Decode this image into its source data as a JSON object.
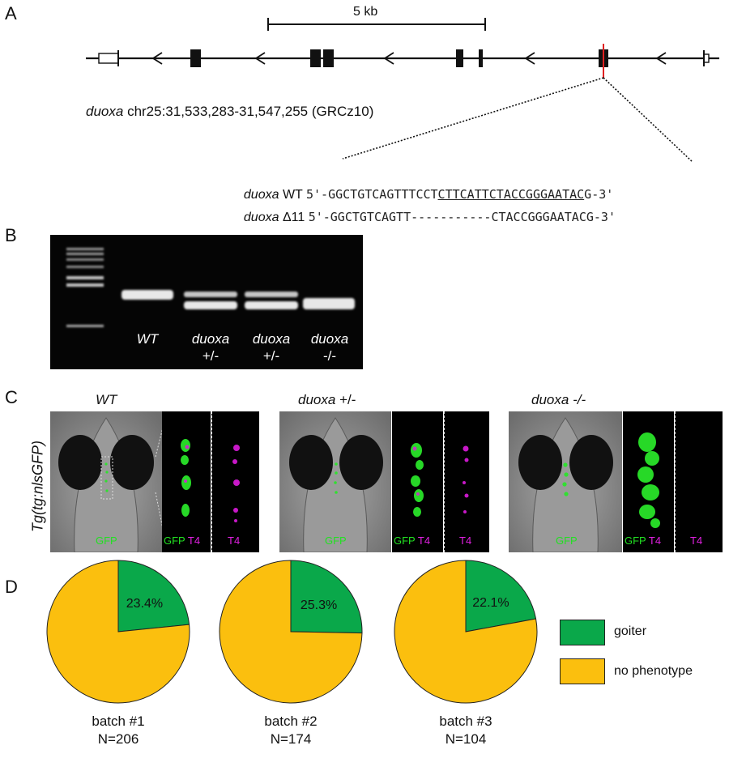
{
  "panels": {
    "a": "A",
    "b": "B",
    "c": "C",
    "d": "D"
  },
  "gene_map": {
    "scale_label": "5 kb",
    "gene": "duoxa",
    "coords": "chr25:31,533,283-31,547,255 (GRCz10)"
  },
  "sequences": {
    "wt": {
      "gene": "duoxa",
      "label": "WT",
      "prefix": "5'-",
      "seq_plain": "GGCTGTCAGTTTCCT",
      "seq_under": "CTTCATTCTACCGGGAATAC",
      "seq_tail": "G",
      "suffix": "-3'"
    },
    "mut": {
      "gene": "duoxa",
      "label": "Δ11",
      "prefix": "5'-",
      "seq": "GGCTGTCAGTT-----------CTACCGGGAATACG",
      "suffix": "-3'"
    }
  },
  "gel": {
    "lanes": [
      {
        "line1": "WT",
        "line2": ""
      },
      {
        "line1": "duoxa",
        "line2": "+/-"
      },
      {
        "line1": "duoxa",
        "line2": "+/-"
      },
      {
        "line1": "duoxa",
        "line2": "-/-"
      }
    ]
  },
  "imaging": {
    "side_label": "Tg(tg:nlsGFP)",
    "genotypes": [
      {
        "gene": "",
        "geno": "WT"
      },
      {
        "gene": "duoxa",
        "geno": "+/-"
      },
      {
        "gene": "duoxa",
        "geno": "-/-"
      }
    ],
    "gfp": "GFP",
    "t4": "T4"
  },
  "colors": {
    "goiter": "#0aa84a",
    "no_phenotype": "#fbbf0e",
    "gfp": "#22e022",
    "t4": "#e020e0",
    "red_line": "#e02020"
  },
  "chart_data": [
    {
      "type": "pie",
      "caption": "batch #1",
      "n": "N=206",
      "slices": [
        {
          "name": "goiter",
          "value": 23.4,
          "label": "23.4%"
        },
        {
          "name": "no phenotype",
          "value": 76.6
        }
      ]
    },
    {
      "type": "pie",
      "caption": "batch #2",
      "n": "N=174",
      "slices": [
        {
          "name": "goiter",
          "value": 25.3,
          "label": "25.3%"
        },
        {
          "name": "no phenotype",
          "value": 74.7
        }
      ]
    },
    {
      "type": "pie",
      "caption": "batch #3",
      "n": "N=104",
      "slices": [
        {
          "name": "goiter",
          "value": 22.1,
          "label": "22.1%"
        },
        {
          "name": "no phenotype",
          "value": 77.9
        }
      ]
    }
  ],
  "legend": [
    {
      "name": "goiter"
    },
    {
      "name": "no phenotype"
    }
  ]
}
